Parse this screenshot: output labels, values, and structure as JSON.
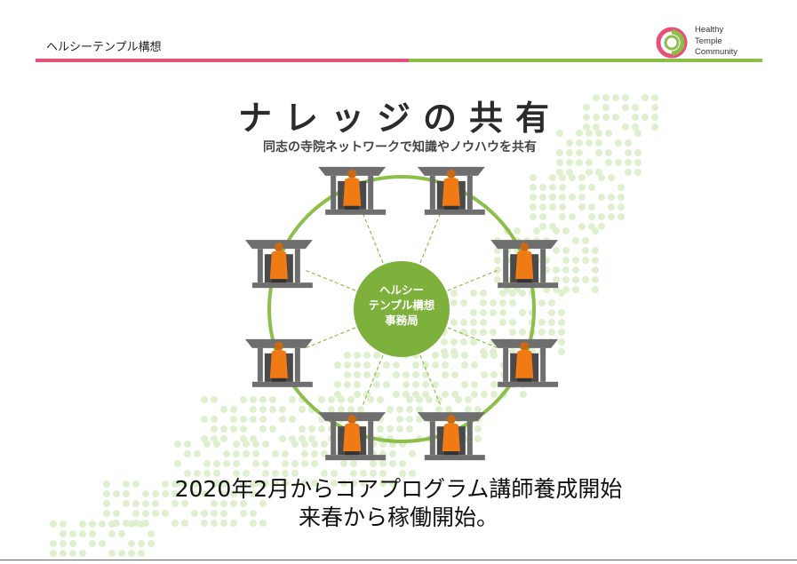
{
  "header": {
    "title": "ヘルシーテンプル構想",
    "rule_colors": {
      "left": "#e6517a",
      "right": "#8dbe4a"
    }
  },
  "logo": {
    "lines": [
      "Healthy",
      "Temple",
      "Community"
    ],
    "colors": {
      "pink": "#e6517a",
      "green": "#8dbe4a"
    }
  },
  "main": {
    "title": "ナレッジの共有",
    "subtitle": "同志の寺院ネットワークで知識やノウハウを共有"
  },
  "hub": {
    "lines": [
      "ヘルシー",
      "テンプル構想",
      "事務局"
    ],
    "color": "#7eb03c"
  },
  "ring": {
    "color": "#8dbe4a",
    "temple_count": 8,
    "icon": "temple-with-monk-icon"
  },
  "colors": {
    "monk_robe": "#f07a14",
    "temple_gray": "#6e6e6e",
    "map_dots": "#dff0cf"
  },
  "footer": {
    "line1": "2020年2月からコアプログラム講師養成開始",
    "line2": "来春から稼働開始。"
  }
}
